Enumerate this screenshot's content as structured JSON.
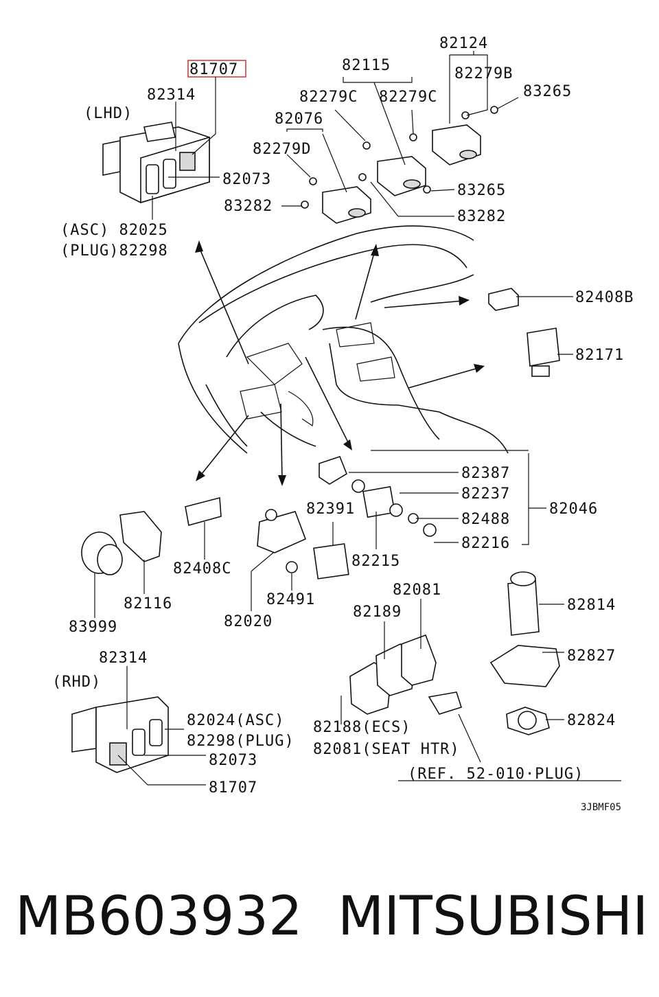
{
  "labels": {
    "l81707_top": "81707",
    "l82314_top": "82314",
    "lhd": "(LHD)",
    "l82073_top": "82073",
    "asc_82025": "(ASC) 82025",
    "plug_82298": "(PLUG)82298",
    "l82115": "82115",
    "l82279c_a": "82279C",
    "l82279c_b": "82279C",
    "l82076": "82076",
    "l82279d": "82279D",
    "l83282_a": "83282",
    "l83282_b": "83282",
    "l82124": "82124",
    "l82279b": "82279B",
    "l83265_a": "83265",
    "l83265_b": "83265",
    "l82408b": "82408B",
    "l82171": "82171",
    "l82387": "82387",
    "l82237": "82237",
    "l82488": "82488",
    "l82216": "82216",
    "l82046": "82046",
    "l82391": "82391",
    "l82215": "82215",
    "l82408c": "82408C",
    "l82116": "82116",
    "l83999": "83999",
    "l82491": "82491",
    "l82020": "82020",
    "l82081_top": "82081",
    "l82189": "82189",
    "l82814": "82814",
    "l82827": "82827",
    "l82824": "82824",
    "l82314_rhd": "82314",
    "rhd": "(RHD)",
    "l82024_asc": "82024(ASC)",
    "l82298_plug": "82298(PLUG)",
    "l82073_rhd": "82073",
    "l81707_rhd": "81707",
    "l82188_ecs": "82188(ECS)",
    "l82081_seat": "82081(SEAT HTR)",
    "ref": "(REF. 52-010·PLUG)",
    "code": "3JBMF05"
  },
  "footer": {
    "part_number": "MB603932",
    "make": "MITSUBISHI"
  },
  "colors": {
    "highlight": "#d23c3c",
    "ink": "#111111"
  }
}
